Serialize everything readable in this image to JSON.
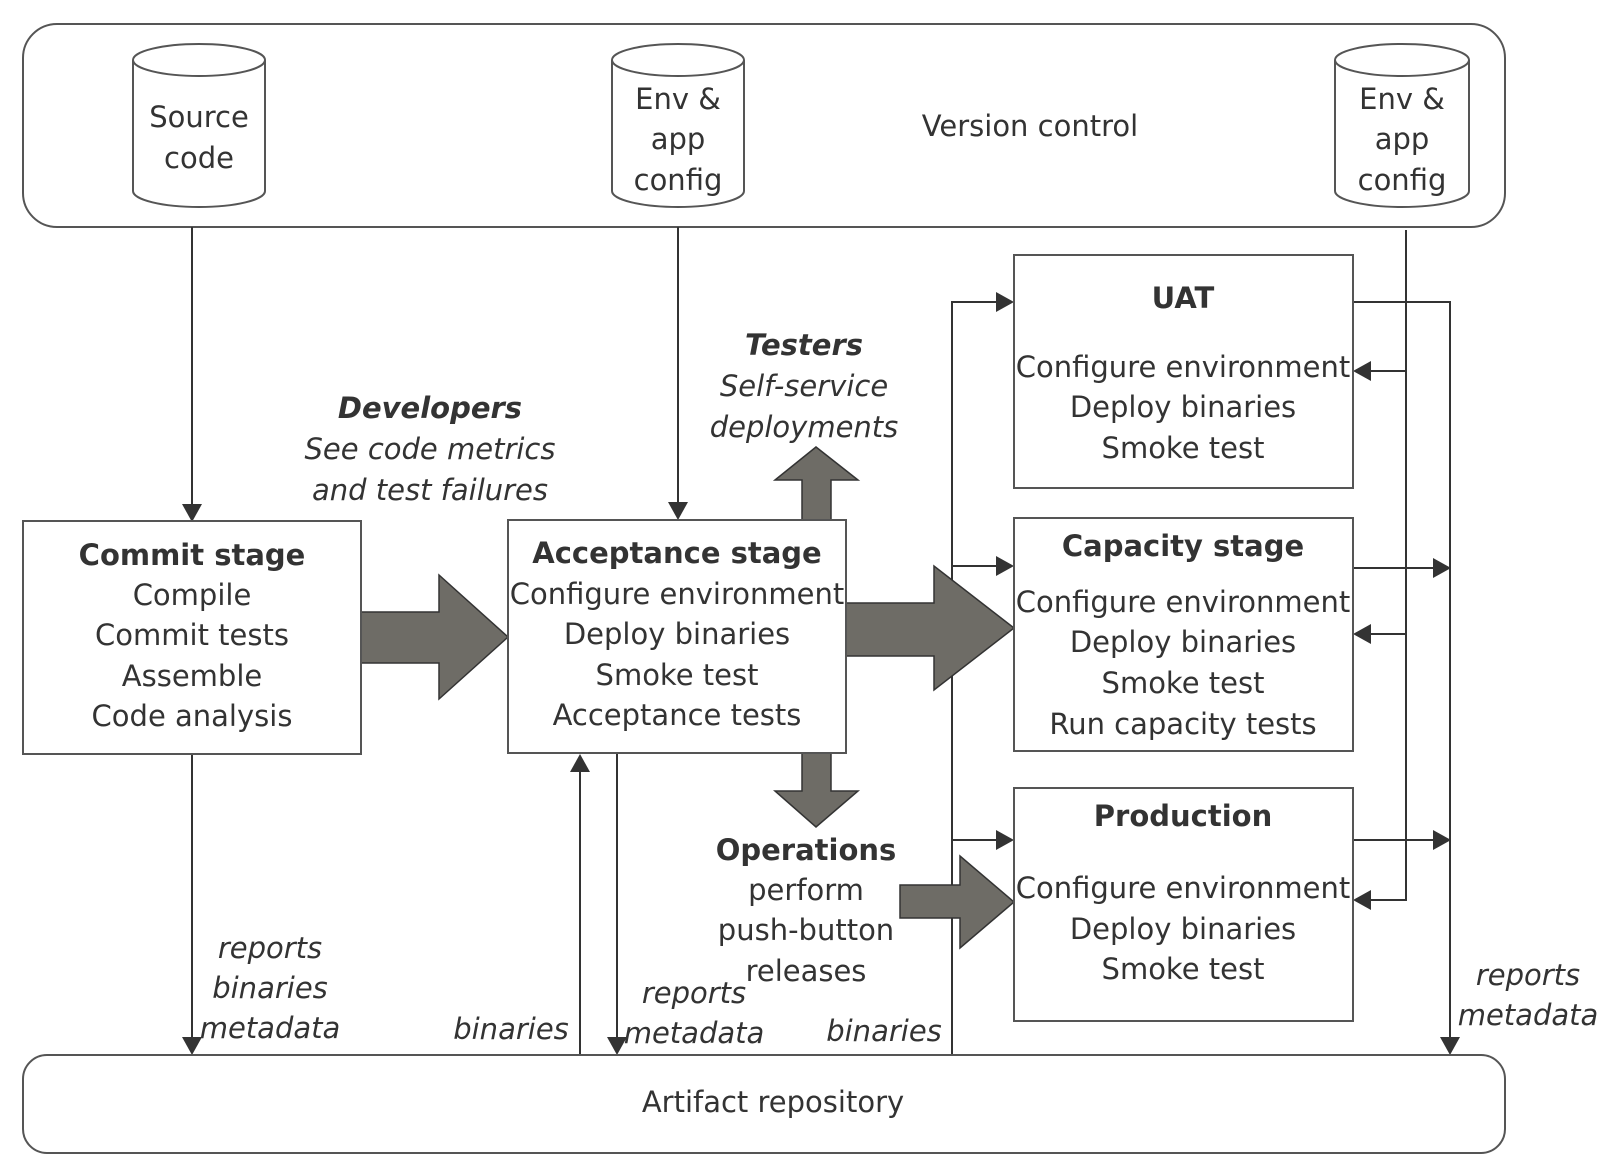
{
  "version_control": {
    "label": "Version control",
    "source_code": [
      "Source",
      "code"
    ],
    "env_config_left": [
      "Env &",
      "app",
      "config"
    ],
    "env_config_right": [
      "Env &",
      "app",
      "config"
    ]
  },
  "developers": {
    "title": "Developers",
    "lines": [
      "See code metrics",
      "and test failures"
    ]
  },
  "testers": {
    "title": "Testers",
    "lines": [
      "Self-service",
      "deployments"
    ]
  },
  "operations": {
    "title": "Operations",
    "lines": [
      "perform",
      "push-button",
      "releases"
    ]
  },
  "commit_stage": {
    "title": "Commit stage",
    "lines": [
      "Compile",
      "Commit tests",
      "Assemble",
      "Code analysis"
    ]
  },
  "acceptance_stage": {
    "title": "Acceptance stage",
    "lines": [
      "Configure environment",
      "Deploy binaries",
      "Smoke test",
      "Acceptance tests"
    ]
  },
  "uat": {
    "title": "UAT",
    "lines": [
      "Configure environment",
      "Deploy binaries",
      "Smoke test"
    ]
  },
  "capacity_stage": {
    "title": "Capacity stage",
    "lines": [
      "Configure environment",
      "Deploy binaries",
      "Smoke test",
      "Run capacity tests"
    ]
  },
  "production": {
    "title": "Production",
    "lines": [
      "Configure environment",
      "Deploy binaries",
      "Smoke test"
    ]
  },
  "edge_labels": {
    "commit_output": [
      "reports",
      "binaries",
      "metadata"
    ],
    "binaries_to_acceptance": "binaries",
    "acceptance_output": [
      "reports",
      "metadata"
    ],
    "binaries_to_envs": "binaries",
    "envs_output": [
      "reports",
      "metadata"
    ]
  },
  "artifact_repository": {
    "label": "Artifact repository"
  }
}
